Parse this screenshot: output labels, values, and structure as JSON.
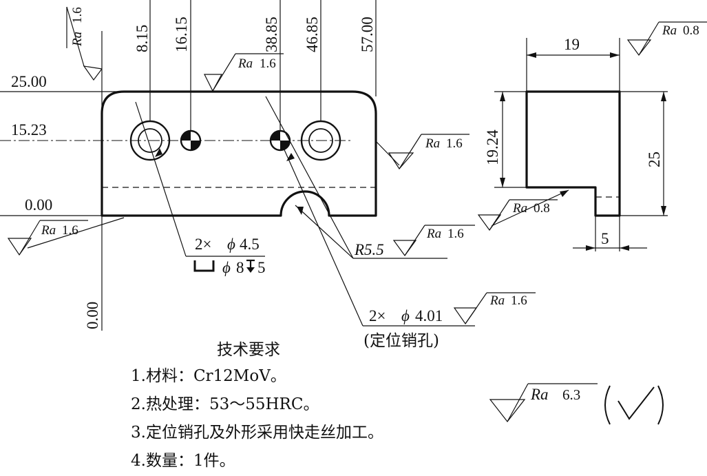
{
  "front_view": {
    "dims_vertical": [
      "8.15",
      "16.15",
      "38.85",
      "46.85",
      "57.00"
    ],
    "dims_horizontal": [
      "25.00",
      "15.23",
      "0.00"
    ],
    "dim_zero_vertical": "0.00",
    "hole_note": {
      "count": "2×",
      "dia_symbol": "ϕ",
      "size": "4.5"
    },
    "counterbore": {
      "dia_symbol": "ϕ",
      "size": "8",
      "depth": "5"
    },
    "radius": "R5.5",
    "pin_hole": {
      "count": "2×",
      "dia_symbol": "ϕ",
      "size": "4.01",
      "label": "(定位销孔)"
    }
  },
  "side_view": {
    "width": "19",
    "step_height": "19.24",
    "height": "25",
    "slot": "5"
  },
  "roughness": {
    "symbol": "Ra",
    "top_left": "1.6",
    "top_edge": "1.6",
    "right_side": "1.6",
    "bottom_left": "1.6",
    "radius": "1.6",
    "pin_hole": "1.6",
    "side_top": "0.8",
    "side_step": "0.8",
    "general": "6.3"
  },
  "notes": {
    "title": "技术要求",
    "items": [
      "1.材料：Cr12MoV。",
      "2.热处理：53～55HRC。",
      "3.定位销孔及外形采用快走丝加工。",
      "4.数量：1件。"
    ]
  }
}
